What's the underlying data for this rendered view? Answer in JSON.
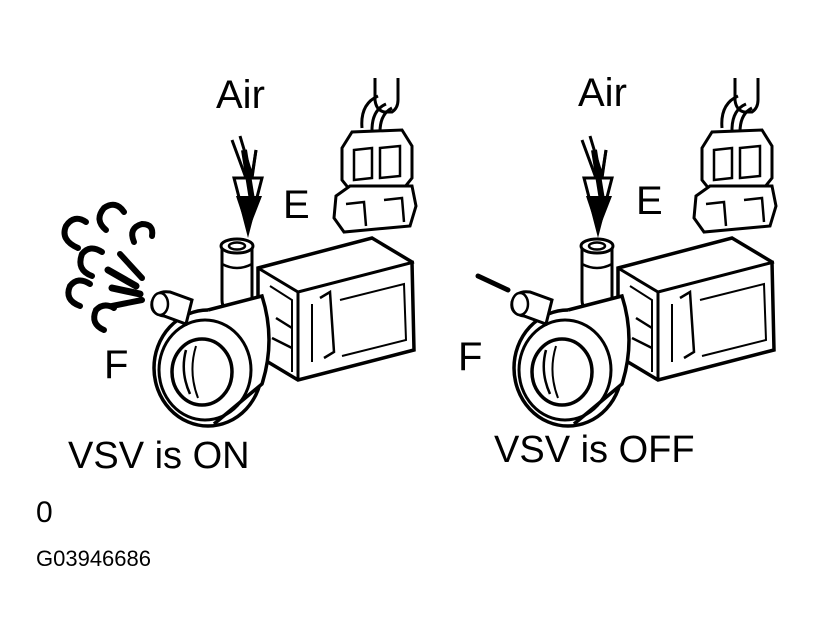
{
  "left_panel": {
    "air_label": "Air",
    "e_label": "E",
    "f_label": "F",
    "caption": "VSV is ON"
  },
  "right_panel": {
    "air_label": "Air",
    "e_label": "E",
    "f_label": "F",
    "caption": "VSV is OFF"
  },
  "footer": {
    "marker": "0",
    "figure_code": "G03946686"
  },
  "colors": {
    "ink": "#000000",
    "paper": "#ffffff"
  }
}
